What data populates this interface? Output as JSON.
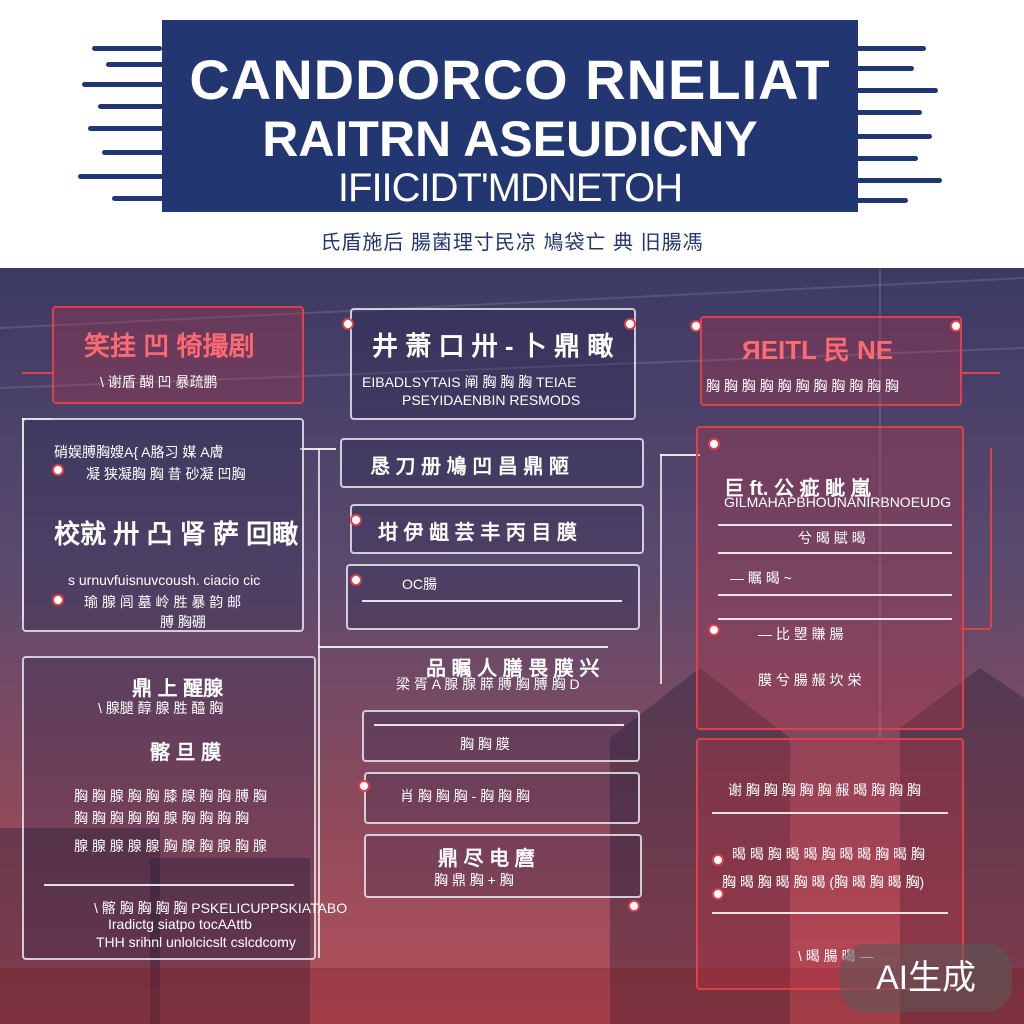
{
  "header": {
    "line1": "CANDDORCO RNELIAT",
    "line2": "RAITRN ASEUDICNY",
    "line3": "IFIICIDT'MDNETOH",
    "subtitle": "氏盾施后 腸菌理寸民凉  鳩袋亡 典 旧腸馮"
  },
  "left": {
    "box1": {
      "title": "笑挂 凹 犄撮剧",
      "text": "\\ 谢盾 醐 凹 暴疏鹏"
    },
    "box2": {
      "line1": "硝娱膊胸嫂A{ A胳习 媒 A膚",
      "line2": "凝 狭凝胸 胸 昔 砂凝 凹胸",
      "heading": "校就 卅 凸 肾 萨 回瞰",
      "line3": "s urnuvfuisnuvcoush. ciacio cic",
      "line4": "瑜 腺 闾 墓 岭 胜 暴 韵 邮",
      "line5": "膊 胸硼"
    },
    "box3": {
      "heading": "鼎 上 醒腺",
      "line1": "\\ 腺腿 醇 腺 胜 醯 胸",
      "line2": "髂 旦 膜",
      "line3": "胸 胸 腺 胸 胸 膝 腺 胸 胸 膊 胸",
      "line4": "胸 胸 胸 胸 胸 腺 胸 胸 胸 胸",
      "line5": "腺 腺 腺 腺 腺 胸 腺 胸 腺 胸 腺",
      "line6": "\\ 髂 胸 胸 胸 胸 PSKELICUPPSKIATABO",
      "line7": "Iradictg siatpo tocAAttb",
      "line8": "THH srihnl unlolcicslt cslcdcomy"
    }
  },
  "middle": {
    "box1": {
      "title": "井 萧 口 卅 - 卜 鼎 瞰",
      "line1": "EIBADLSYTAIS 阐 胸 胸 胸 TEIAE",
      "line2": "PSEYIDAENBIN RESMODS"
    },
    "box2": {
      "title": "恳 刀 册 鳩 凹 昌 鼎 陋"
    },
    "box3": {
      "title": "坩 伊 龃 芸 丰 丙 目 膜"
    },
    "box4": {
      "title": "OC腸"
    },
    "label1": {
      "line1": "品 瞩 人 膳 畏 膜 兴",
      "line2": "梁 胥 A 腺 腺 膵 膊 胸 膊 胸 D"
    },
    "box5": {
      "title": "胸 胸 膜"
    },
    "box6": {
      "title": "肖 胸 胸 胸 - 胸 胸 胸"
    },
    "box7": {
      "line1": "鼎 尽 电 麿",
      "line2": "胸 鼎 胸 + 胸"
    }
  },
  "right": {
    "box1": {
      "title": "ЯEITL 民 NE",
      "text": "胸 胸 胸 胸 胸 胸 胸 胸 胸 胸 胸"
    },
    "box2": {
      "title": "巨 ft. 公 疵 眦 嵐",
      "line1": "GILMAHAPBHOUNANIRBNOEUDG",
      "line2": "兮 暍 賦 暍",
      "line3": "— 瞩 暍 ~",
      "line4": "— 比 曌 賺 腸",
      "line5": "膜 兮 腸 赧 坎 栄"
    },
    "box3": {
      "heading": "谢 胸 胸 胸 胸 胸 赧 暍 胸 胸 胸",
      "line1": "暍 暍 胸 暍 暍 胸 暍 暍 胸 暍 胸",
      "line2": "胸 暍 胸 暍 胸 暍 (胸 暍 胸 暍 胸)",
      "line3": "\\ 暍 腸 暍 —"
    }
  },
  "badge": {
    "label": "AI生成"
  },
  "colors": {
    "navy": "#223672",
    "red_accent": "#e0404a",
    "white": "#ffffff"
  }
}
